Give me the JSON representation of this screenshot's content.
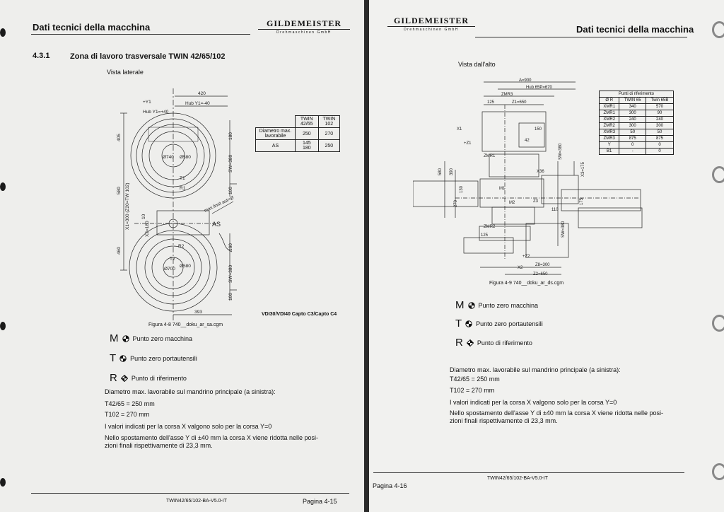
{
  "left": {
    "header_title": "Dati tecnici della macchina",
    "logo": {
      "brand": "GILDEMEISTER",
      "sub": "Drehmaschinen GmbH"
    },
    "section_number": "4.3.1",
    "section_title": "Zona di lavoro trasversale TWIN 42/65/102",
    "view_label": "Vista laterale",
    "drawing_labels": {
      "d420": "420",
      "y1": "+Y1",
      "hub_y1": "Hub Y1=+40",
      "hub_y1neg": "Hub Y1=-40",
      "d405": "405",
      "d180": "180",
      "d740": "Ø740",
      "d580": "Ø580",
      "t1": "T1",
      "r1": "R1",
      "sw380": "SW=380",
      "d100": "100",
      "d580v": "580",
      "x1": "X1=300 (Z20=TW 102)",
      "max_limit": "max.limit aut=Ø",
      "as": "AS",
      "d10": "10",
      "x2": "X2=180",
      "d460": "460",
      "r2": "R2",
      "t2": "T2",
      "d700": "Ø700",
      "d580b": "Ø580",
      "d160": "160",
      "sw380b": "SW=380",
      "d100b": "100",
      "d393": "393"
    },
    "table": {
      "col1": "TWIN 42/65",
      "col2": "TWIN 102",
      "rows": [
        {
          "label": "Diametro max. lavorabile",
          "v1": "250",
          "v2": "270"
        },
        {
          "label": "AS",
          "v1": "145\n180",
          "v2": "250"
        }
      ]
    },
    "vdi_note": "VDI30/VDI40 Capto C3/Capto C4",
    "figure_caption": "Figura 4-8   740__doku_ar_sa.cgm",
    "legend": [
      {
        "letter": "M",
        "text": "Punto zero macchina",
        "icon": "machine-zero-icon"
      },
      {
        "letter": "T",
        "text": "Punto zero portautensili",
        "icon": "tool-zero-icon"
      },
      {
        "letter": "R",
        "text": "Punto di riferimento",
        "icon": "reference-point-icon"
      }
    ],
    "body": [
      "Diametro max. lavorabile sul mandrino principale (a sinistra):",
      "T42/65 = 250 mm",
      "T102 = 270 mm",
      "I valori indicati per la corsa X valgono solo per la corsa Y=0",
      "Nello spostamento dell'asse Y di ±40 mm la corsa X viene ridotta nelle posi-",
      "zioni finali rispettivamente di 23,3 mm."
    ],
    "footer_doc": "TWIN42/65/102-BA-V5.0-IT",
    "footer_page": "Pagina 4-15"
  },
  "right": {
    "header_title": "Dati tecnici della macchina",
    "logo": {
      "brand": "GILDEMEISTER",
      "sub": "Drehmaschinen GmbH"
    },
    "view_label": "Vista dall'alto",
    "drawing_labels": {
      "a900": "A=900",
      "hub": "Hub 65P=670",
      "zmr3": "ZMR3",
      "d125": "125",
      "z1": "Z1=650",
      "x1": "X1",
      "z1s": "+Z1",
      "d150": "150",
      "d42": "42",
      "zmr1": "ZMR1",
      "sw380": "SW=380",
      "d580": "580",
      "d390": "390",
      "x3": "X3=175",
      "x36": "X36",
      "d130": "130",
      "d270": "270",
      "z3": "Z3",
      "d175": "175",
      "d110": "110",
      "zmr2": "ZMR2",
      "d125b": "125",
      "x2": "X2",
      "z2": "Z2=650",
      "z8": "Z8=300",
      "sw380b": "SW=380",
      "z2s": "+Z2",
      "m2": "M2",
      "m1": "M1"
    },
    "ref_table": {
      "title": "Punti di riferimento",
      "headers": [
        "Ø R",
        "TWIN 65",
        "Twin 65B"
      ],
      "rows": [
        [
          "XMR1",
          "340",
          "570"
        ],
        [
          "ZMR1",
          "300",
          "90"
        ],
        [
          "XMR2",
          "240",
          "240"
        ],
        [
          "ZMR2",
          "300",
          "300"
        ],
        [
          "XMR3",
          "50",
          "50"
        ],
        [
          "ZMR3",
          "875",
          "875"
        ],
        [
          "Y",
          "0",
          "0"
        ],
        [
          "B1",
          "-",
          "0"
        ]
      ]
    },
    "figure_caption": "Figura 4-9   740__doku_ar_ds.cgm",
    "legend": [
      {
        "letter": "M",
        "text": "Punto zero macchina",
        "icon": "machine-zero-icon"
      },
      {
        "letter": "T",
        "text": "Punto zero portautensili",
        "icon": "tool-zero-icon"
      },
      {
        "letter": "R",
        "text": "Punto di riferimento",
        "icon": "reference-point-icon"
      }
    ],
    "body": [
      "Diametro max. lavorabile sul mandrino principale (a sinistra):",
      "T42/65 = 250 mm",
      "T102 = 270 mm",
      "I valori indicati per la corsa X valgono solo per la corsa Y=0",
      "Nello spostamento dell'asse Y di ±40 mm la corsa X viene ridotta nelle posi-",
      "zioni finali rispettivamente di 23,3 mm."
    ],
    "footer_doc": "TWIN42/65/102-BA-V5.0-IT",
    "footer_page": "Pagina 4-16"
  }
}
